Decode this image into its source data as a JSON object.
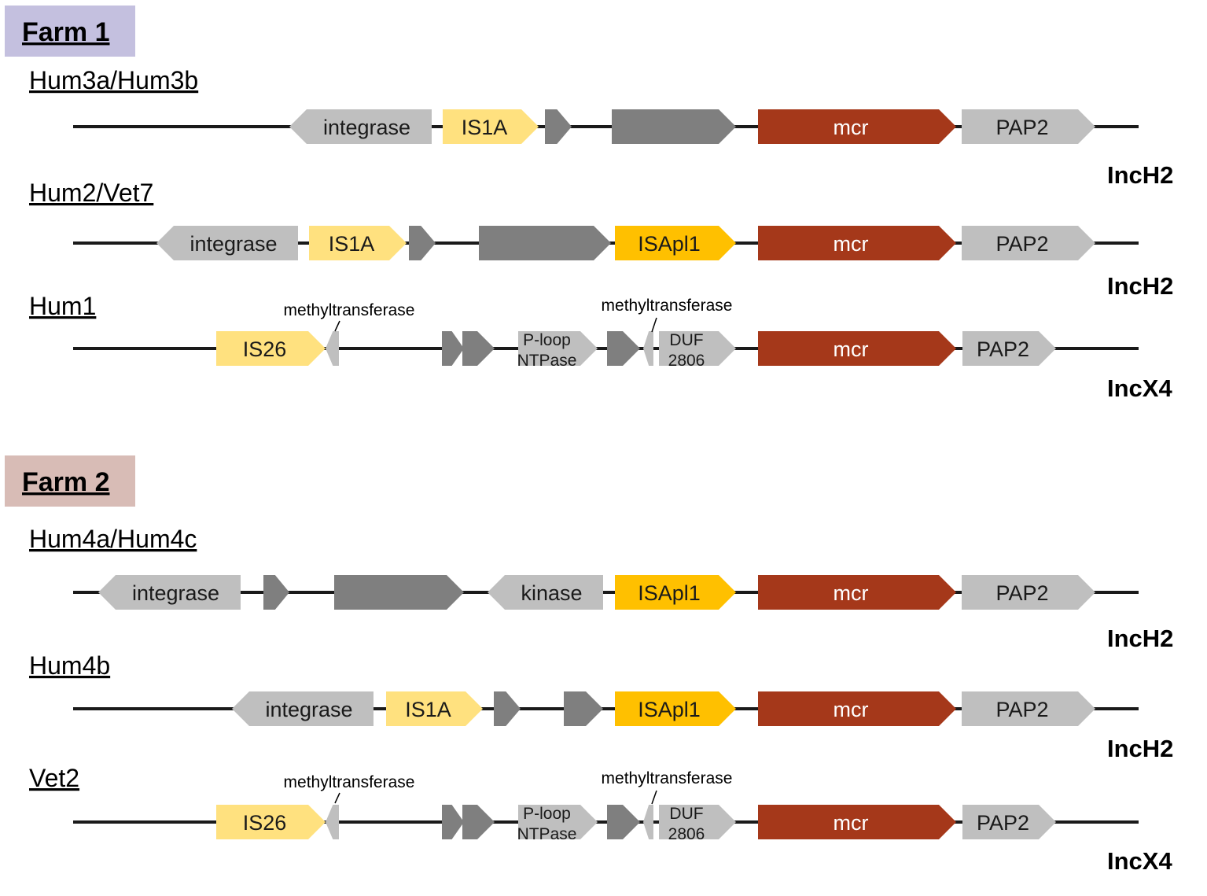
{
  "colors": {
    "mcr": "#A5381A",
    "is_light": "#FFE17F",
    "is_dark": "#FFC000",
    "gene_light": "#BFBFBF",
    "gene_dark": "#7F7F7F",
    "farm1_bg": "#C4C0DF",
    "farm2_bg": "#D8BCB6",
    "backbone": "#1A1A1A"
  },
  "farms": [
    {
      "label": "Farm 1",
      "tracks": [
        {
          "label": "Hum3a/Hum3b",
          "plasmid": "IncH2",
          "genes": [
            {
              "name": "integrase",
              "dir": "rev",
              "color": "gene_light"
            },
            {
              "name": "IS1A",
              "dir": "fwd",
              "color": "is_light"
            },
            {
              "name": "",
              "dir": "fwd",
              "color": "gene_dark"
            },
            {
              "name": "",
              "dir": "fwd",
              "color": "gene_dark"
            },
            {
              "name": "mcr",
              "dir": "fwd",
              "color": "mcr"
            },
            {
              "name": "PAP2",
              "dir": "fwd",
              "color": "gene_light"
            }
          ]
        },
        {
          "label": "Hum2/Vet7",
          "plasmid": "IncH2",
          "genes": [
            {
              "name": "integrase",
              "dir": "rev",
              "color": "gene_light"
            },
            {
              "name": "IS1A",
              "dir": "fwd",
              "color": "is_light"
            },
            {
              "name": "",
              "dir": "fwd",
              "color": "gene_dark"
            },
            {
              "name": "",
              "dir": "fwd",
              "color": "gene_dark"
            },
            {
              "name": "ISApl1",
              "dir": "fwd",
              "color": "is_dark"
            },
            {
              "name": "mcr",
              "dir": "fwd",
              "color": "mcr"
            },
            {
              "name": "PAP2",
              "dir": "fwd",
              "color": "gene_light"
            }
          ]
        },
        {
          "label": "Hum1",
          "plasmid": "IncX4",
          "annotations": [
            "methyltransferase",
            "methyltransferase"
          ],
          "genes": [
            {
              "name": "IS26",
              "dir": "fwd",
              "color": "is_light"
            },
            {
              "name": "",
              "dir": "rev",
              "color": "gene_light"
            },
            {
              "name": "",
              "dir": "fwd",
              "color": "gene_dark"
            },
            {
              "name": "",
              "dir": "fwd",
              "color": "gene_dark"
            },
            {
              "name": "P-loop NTPase",
              "dir": "fwd",
              "color": "gene_light"
            },
            {
              "name": "",
              "dir": "fwd",
              "color": "gene_dark"
            },
            {
              "name": "",
              "dir": "rev",
              "color": "gene_light"
            },
            {
              "name": "DUF 2806",
              "dir": "fwd",
              "color": "gene_light"
            },
            {
              "name": "mcr",
              "dir": "fwd",
              "color": "mcr"
            },
            {
              "name": "PAP2",
              "dir": "fwd",
              "color": "gene_light"
            }
          ]
        }
      ]
    },
    {
      "label": "Farm 2",
      "tracks": [
        {
          "label": "Hum4a/Hum4c",
          "plasmid": "IncH2",
          "genes": [
            {
              "name": "integrase",
              "dir": "rev",
              "color": "gene_light"
            },
            {
              "name": "",
              "dir": "fwd",
              "color": "gene_dark"
            },
            {
              "name": "",
              "dir": "fwd",
              "color": "gene_dark"
            },
            {
              "name": "kinase",
              "dir": "rev",
              "color": "gene_light"
            },
            {
              "name": "ISApl1",
              "dir": "fwd",
              "color": "is_dark"
            },
            {
              "name": "mcr",
              "dir": "fwd",
              "color": "mcr"
            },
            {
              "name": "PAP2",
              "dir": "fwd",
              "color": "gene_light"
            }
          ]
        },
        {
          "label": "Hum4b",
          "plasmid": "IncH2",
          "genes": [
            {
              "name": "integrase",
              "dir": "rev",
              "color": "gene_light"
            },
            {
              "name": "IS1A",
              "dir": "fwd",
              "color": "is_light"
            },
            {
              "name": "",
              "dir": "fwd",
              "color": "gene_dark"
            },
            {
              "name": "",
              "dir": "fwd",
              "color": "gene_dark"
            },
            {
              "name": "ISApl1",
              "dir": "fwd",
              "color": "is_dark"
            },
            {
              "name": "mcr",
              "dir": "fwd",
              "color": "mcr"
            },
            {
              "name": "PAP2",
              "dir": "fwd",
              "color": "gene_light"
            }
          ]
        },
        {
          "label": "Vet2",
          "plasmid": "IncX4",
          "annotations": [
            "methyltransferase",
            "methyltransferase"
          ],
          "genes": [
            {
              "name": "IS26",
              "dir": "fwd",
              "color": "is_light"
            },
            {
              "name": "",
              "dir": "rev",
              "color": "gene_light"
            },
            {
              "name": "",
              "dir": "fwd",
              "color": "gene_dark"
            },
            {
              "name": "",
              "dir": "fwd",
              "color": "gene_dark"
            },
            {
              "name": "P-loop NTPase",
              "dir": "fwd",
              "color": "gene_light"
            },
            {
              "name": "",
              "dir": "fwd",
              "color": "gene_dark"
            },
            {
              "name": "",
              "dir": "rev",
              "color": "gene_light"
            },
            {
              "name": "DUF 2806",
              "dir": "fwd",
              "color": "gene_light"
            },
            {
              "name": "mcr",
              "dir": "fwd",
              "color": "mcr"
            },
            {
              "name": "PAP2",
              "dir": "fwd",
              "color": "gene_light"
            }
          ]
        }
      ]
    }
  ]
}
